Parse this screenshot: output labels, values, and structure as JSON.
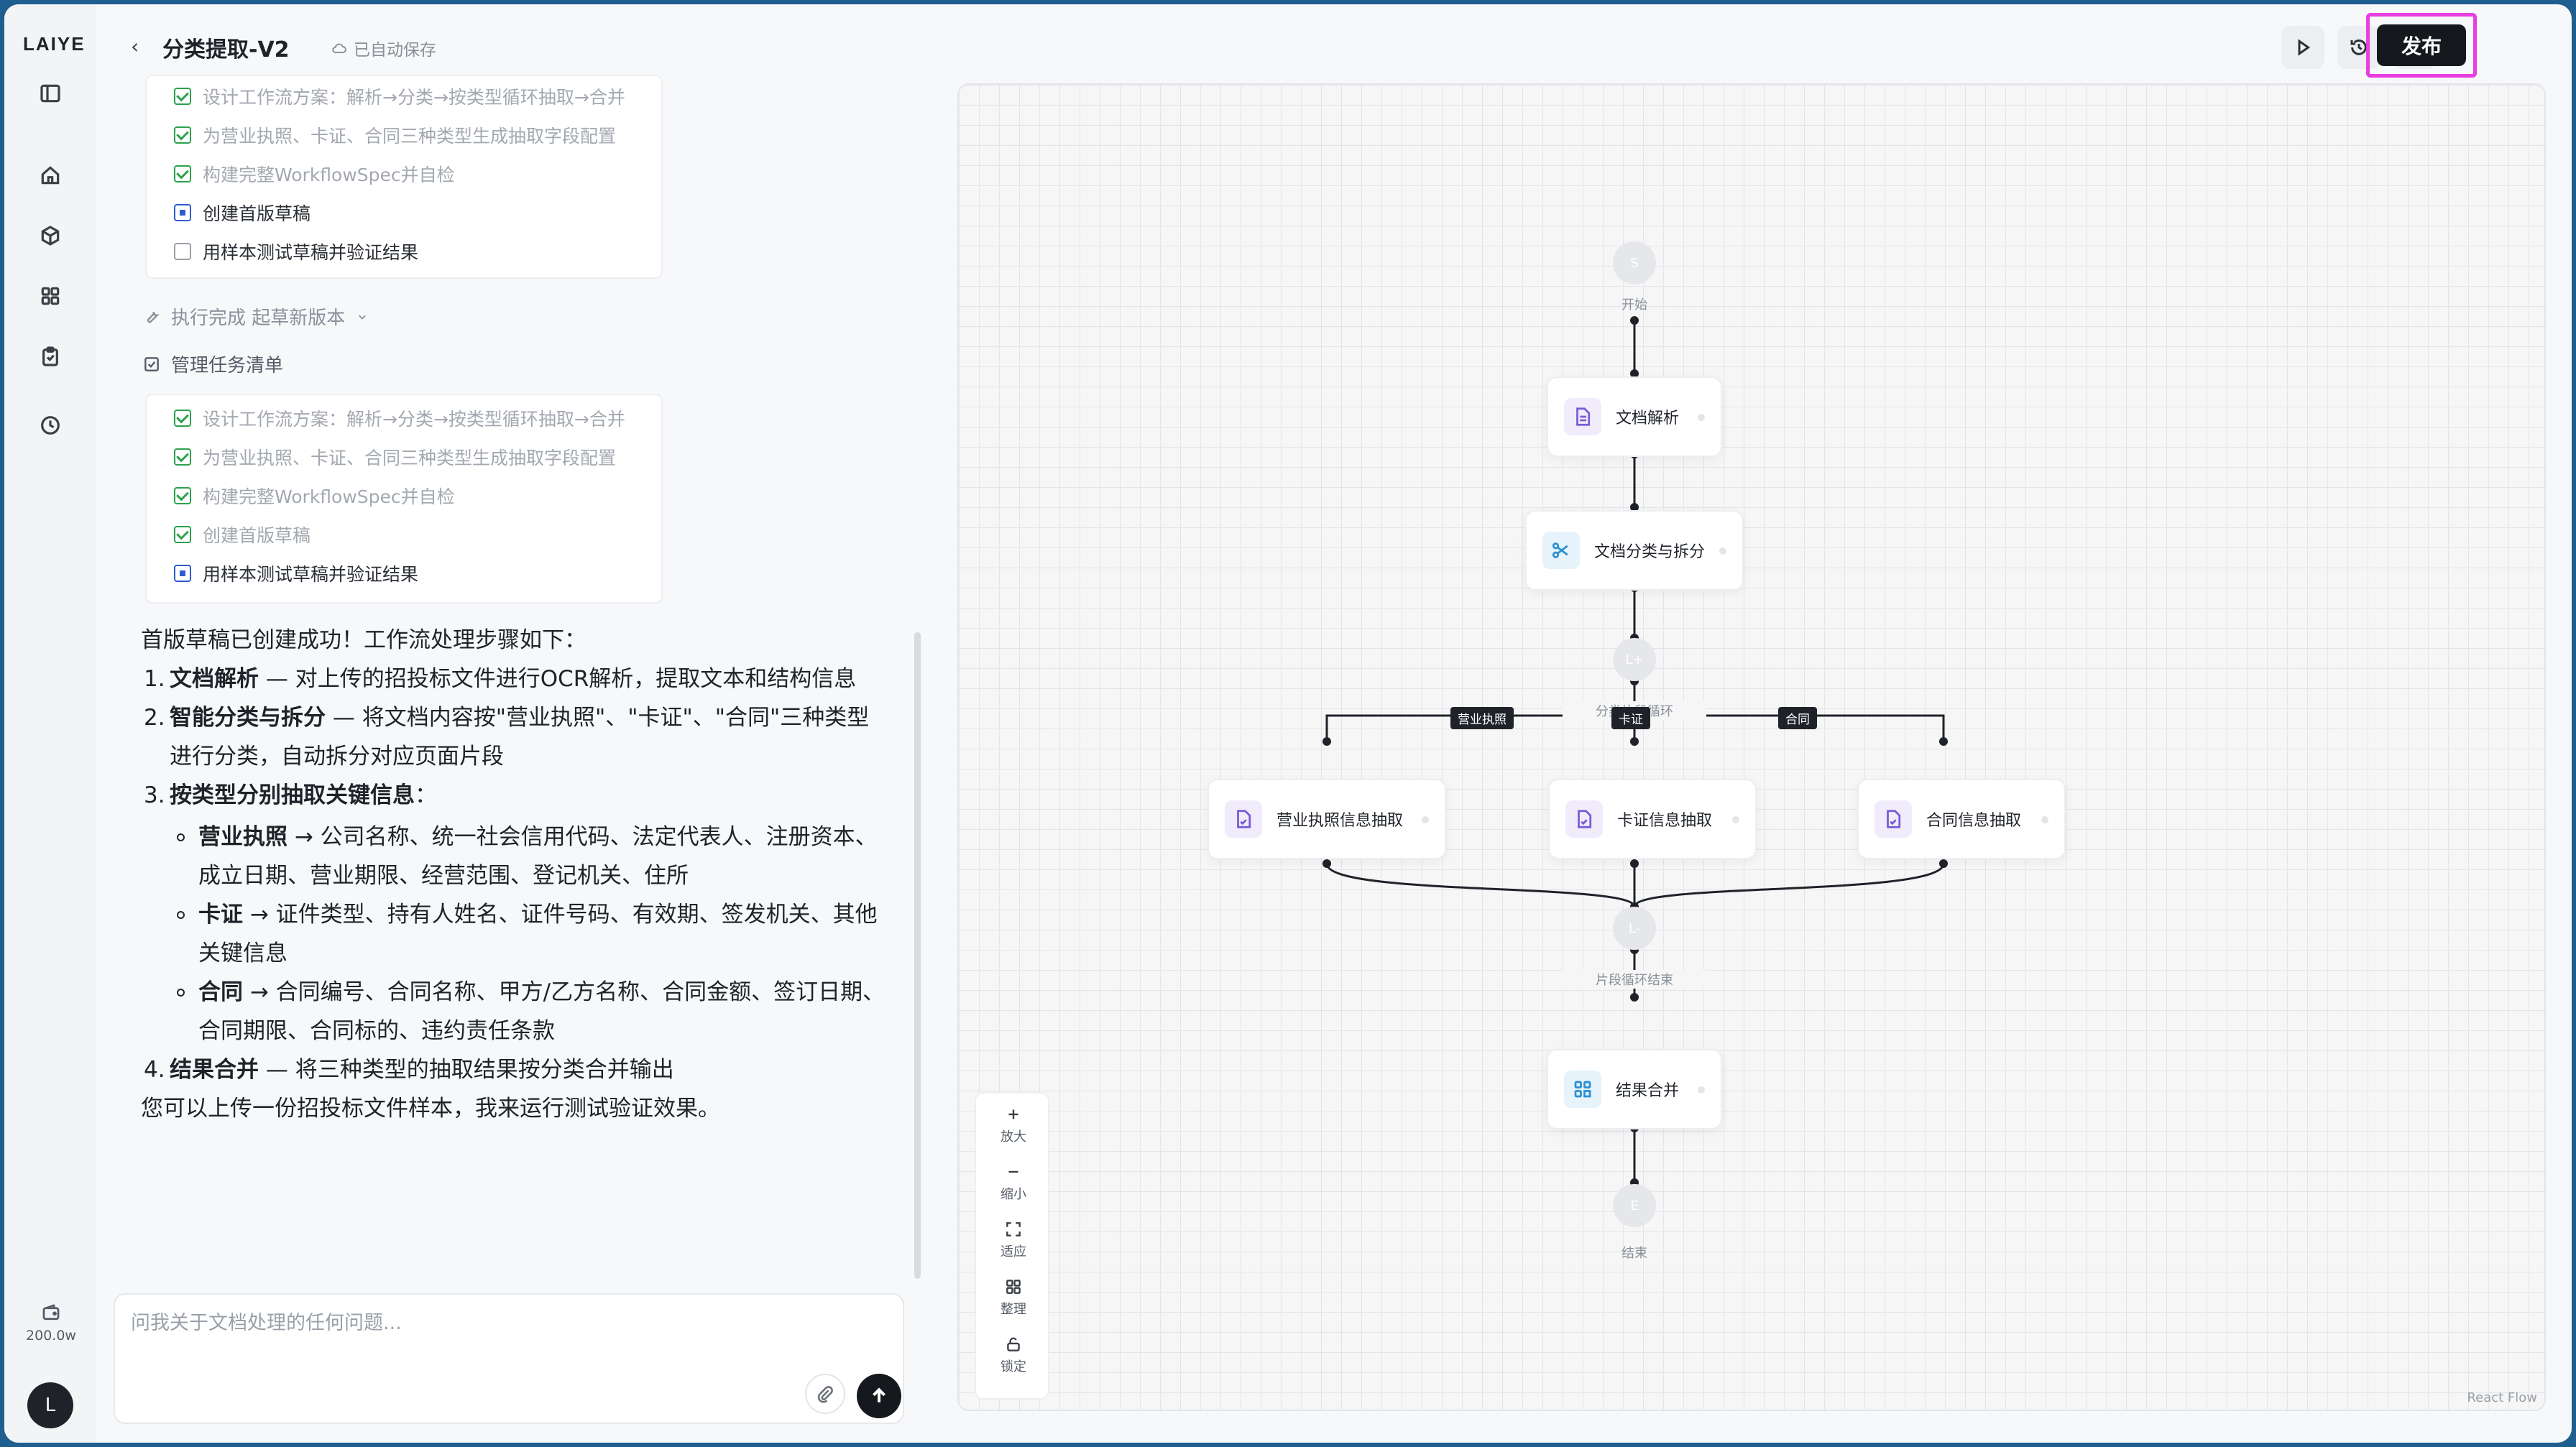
{
  "app": {
    "logo": "LAIYE"
  },
  "header": {
    "back": "‹",
    "title": "分类提取-V2",
    "autosave": "已自动保存",
    "publish": "发布"
  },
  "rail": {
    "credits": "200.0w",
    "avatar": "L"
  },
  "chat": {
    "task_list_1": [
      {
        "label": "设计工作流方案：解析→分类→按类型循环抽取→合并",
        "state": "done"
      },
      {
        "label": "为营业执照、卡证、合同三种类型生成抽取字段配置",
        "state": "done"
      },
      {
        "label": "构建完整WorkflowSpec并自检",
        "state": "done"
      },
      {
        "label": "创建首版草稿",
        "state": "run"
      },
      {
        "label": "用样本测试草稿并验证结果",
        "state": "todo"
      }
    ],
    "tool_done": "执行完成 起草新版本",
    "tool_manage": "管理任务清单",
    "task_list_2": [
      {
        "label": "设计工作流方案：解析→分类→按类型循环抽取→合并",
        "state": "done"
      },
      {
        "label": "为营业执照、卡证、合同三种类型生成抽取字段配置",
        "state": "done"
      },
      {
        "label": "构建完整WorkflowSpec并自检",
        "state": "done"
      },
      {
        "label": "创建首版草稿",
        "state": "done"
      },
      {
        "label": "用样本测试草稿并验证结果",
        "state": "run"
      }
    ],
    "message": {
      "intro": "首版草稿已创建成功！工作流处理步骤如下：",
      "s1_num": "1.",
      "s1_bold": "文档解析",
      "s1_text": " — 对上传的招投标文件进行OCR解析，提取文本和结构信息",
      "s2_num": "2.",
      "s2_bold": "智能分类与拆分",
      "s2_text": " — 将文档内容按\"营业执照\"、\"卡证\"、\"合同\"三种类型进行分类，自动拆分对应页面片段",
      "s3_num": "3.",
      "s3_bold": "按类型分别抽取关键信息",
      "s3_text": "：",
      "b1_bold": "营业执照",
      "b1_text": " → 公司名称、统一社会信用代码、法定代表人、注册资本、成立日期、营业期限、经营范围、登记机关、住所",
      "b2_bold": "卡证",
      "b2_text": " → 证件类型、持有人姓名、证件号码、有效期、签发机关、其他关键信息",
      "b3_bold": "合同",
      "b3_text": " → 合同编号、合同名称、甲方/乙方名称、合同金额、签订日期、合同期限、合同标的、违约责任条款",
      "s4_num": "4.",
      "s4_bold": "结果合并",
      "s4_text": " — 将三种类型的抽取结果按分类合并输出",
      "outro": "您可以上传一份招投标文件样本，我来运行测试验证效果。"
    },
    "composer_placeholder": "问我关于文档处理的任何问题..."
  },
  "workflow": {
    "start": {
      "glyph": "S",
      "label": "开始"
    },
    "parse": "文档解析",
    "classify": "文档分类与拆分",
    "loop_start": {
      "glyph": "L+",
      "label": "分类片段循环"
    },
    "branches": [
      "营业执照",
      "卡证",
      "合同"
    ],
    "extract_license": "营业执照信息抽取",
    "extract_card": "卡证信息抽取",
    "extract_contract": "合同信息抽取",
    "loop_end": {
      "glyph": "L-",
      "label": "片段循环结束"
    },
    "merge": "结果合并",
    "end": {
      "glyph": "E",
      "label": "结束"
    }
  },
  "canvas_controls": {
    "zoom_in": "放大",
    "zoom_out": "缩小",
    "fit": "适应",
    "tidy": "整理",
    "lock": "锁定"
  },
  "attribution": "React Flow",
  "colors": {
    "publish_highlight": "#e83ee0",
    "done": "#2ba24c",
    "running": "#2f5bd3"
  }
}
